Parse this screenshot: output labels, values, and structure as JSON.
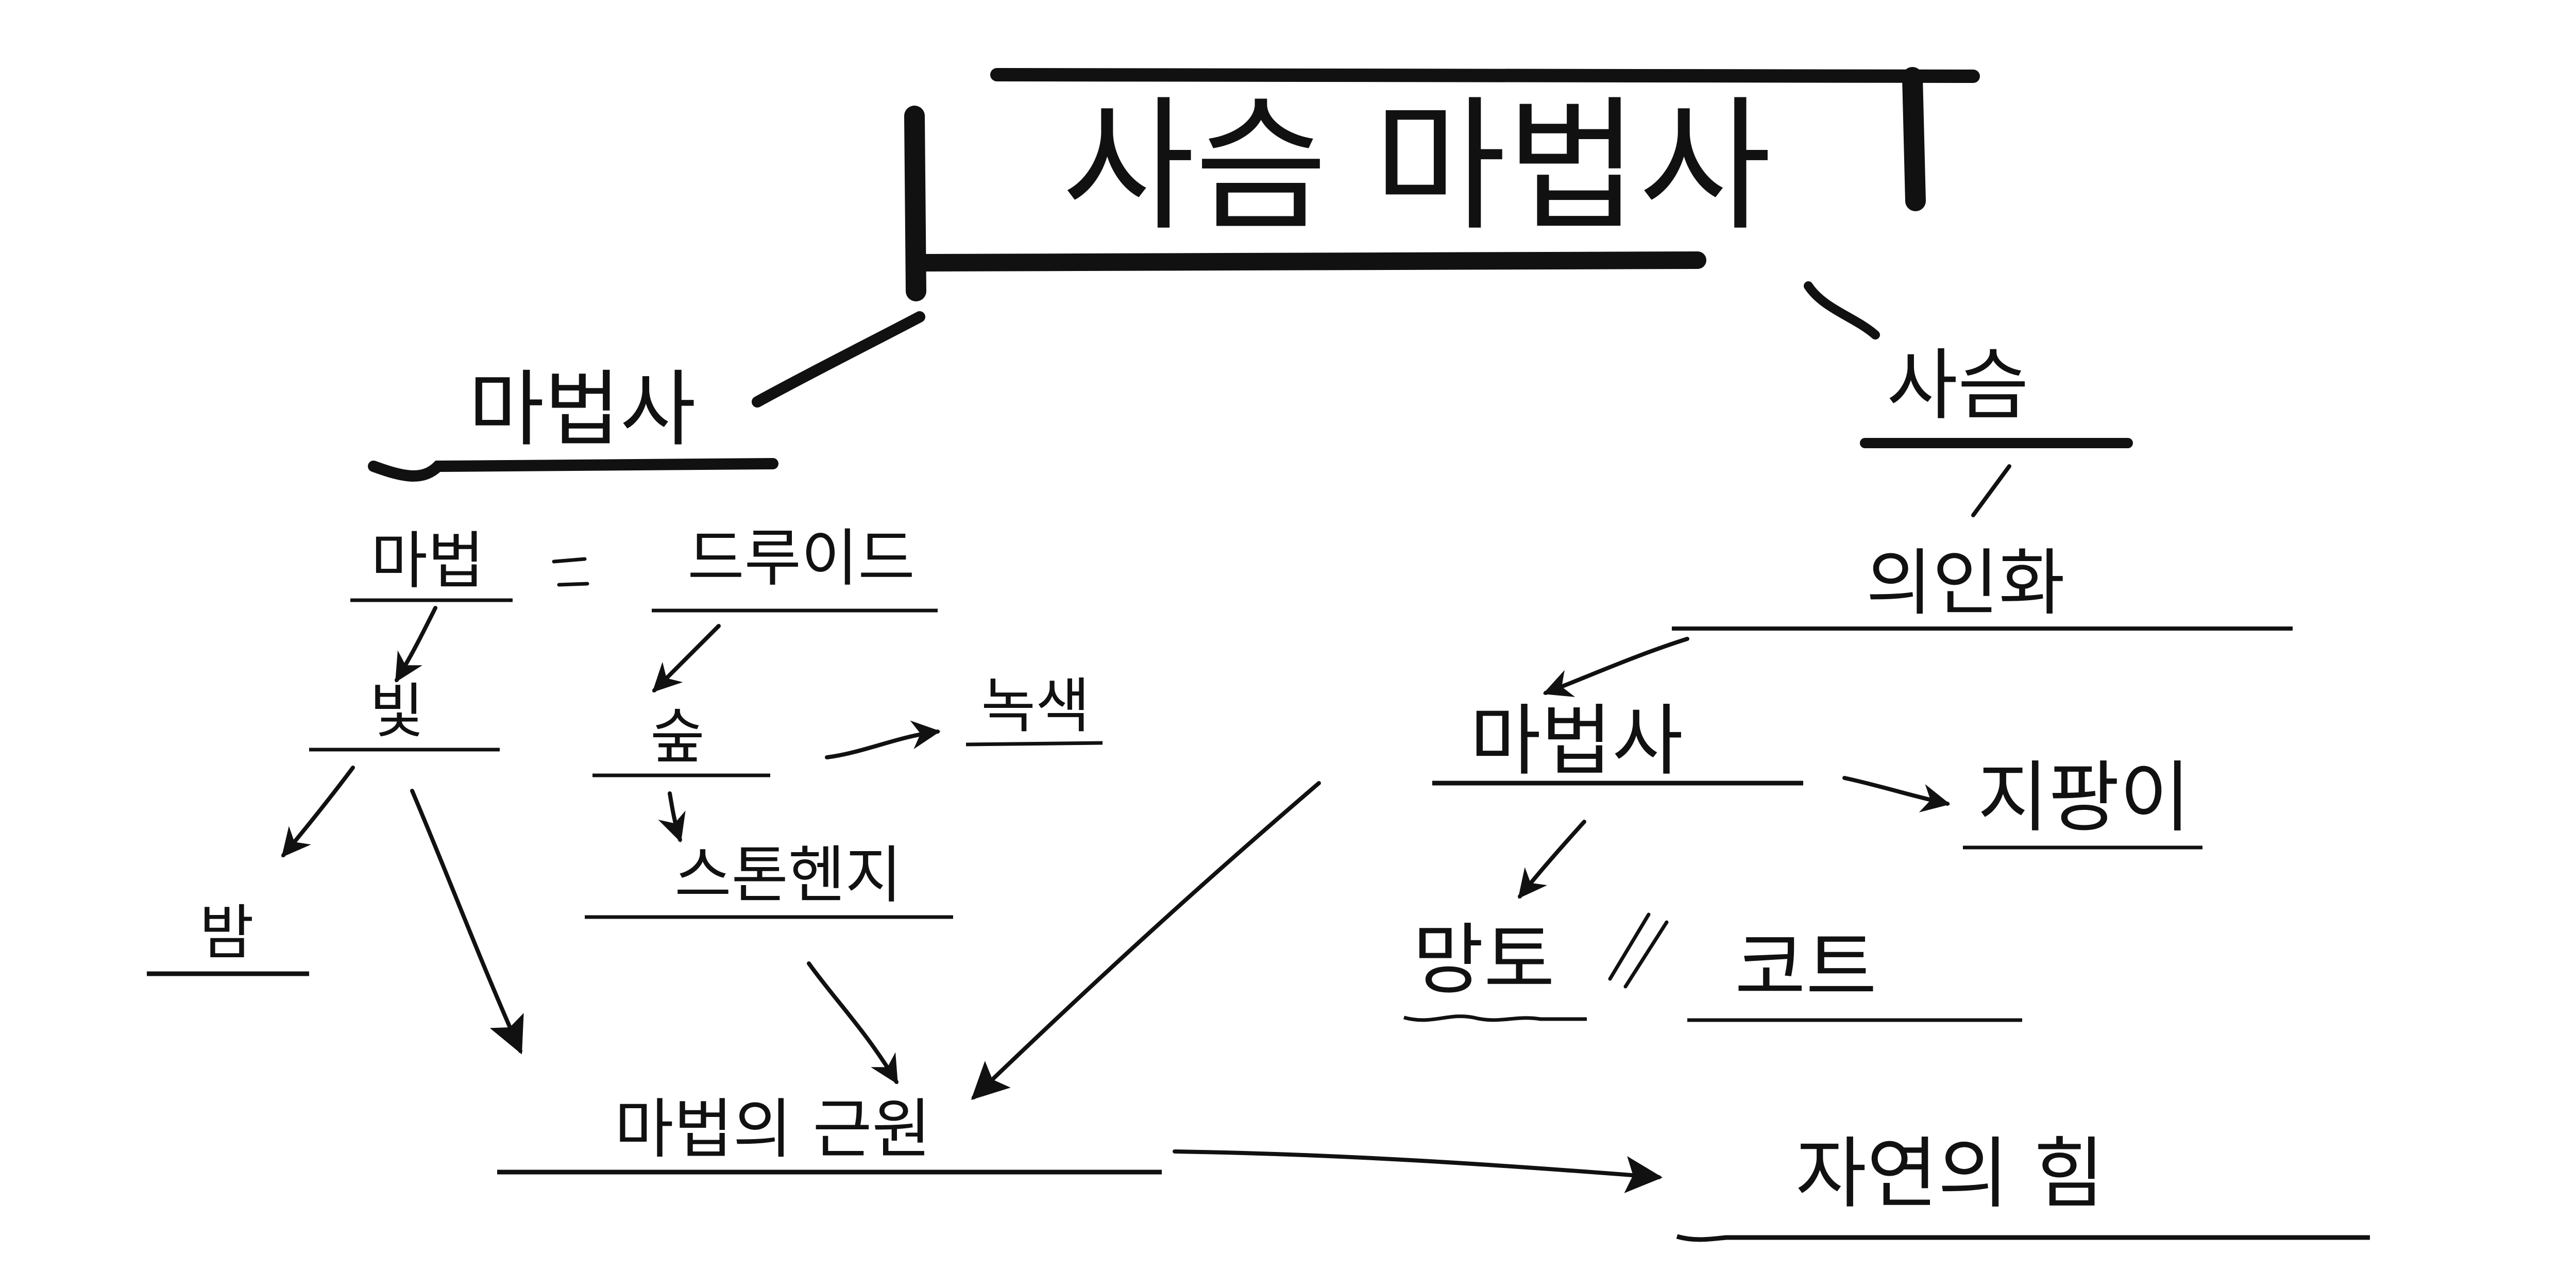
{
  "title": "사슴 마법사",
  "nodes": {
    "wizard": "마법사",
    "deer": "사슴",
    "magic": "마법",
    "druid": "드루이드",
    "light": "빛",
    "forest": "숲",
    "green": "녹색",
    "night": "밤",
    "stonehenge": "스톤헨지",
    "source_of_magic": "마법의 근원",
    "personification": "의인화",
    "wizard2": "마법사",
    "staff": "지팡이",
    "cloak": "망토",
    "coat": "코트",
    "power_of_nature": "자연의 힘"
  },
  "colors": {
    "ink": "#111111",
    "background": "#ffffff"
  }
}
